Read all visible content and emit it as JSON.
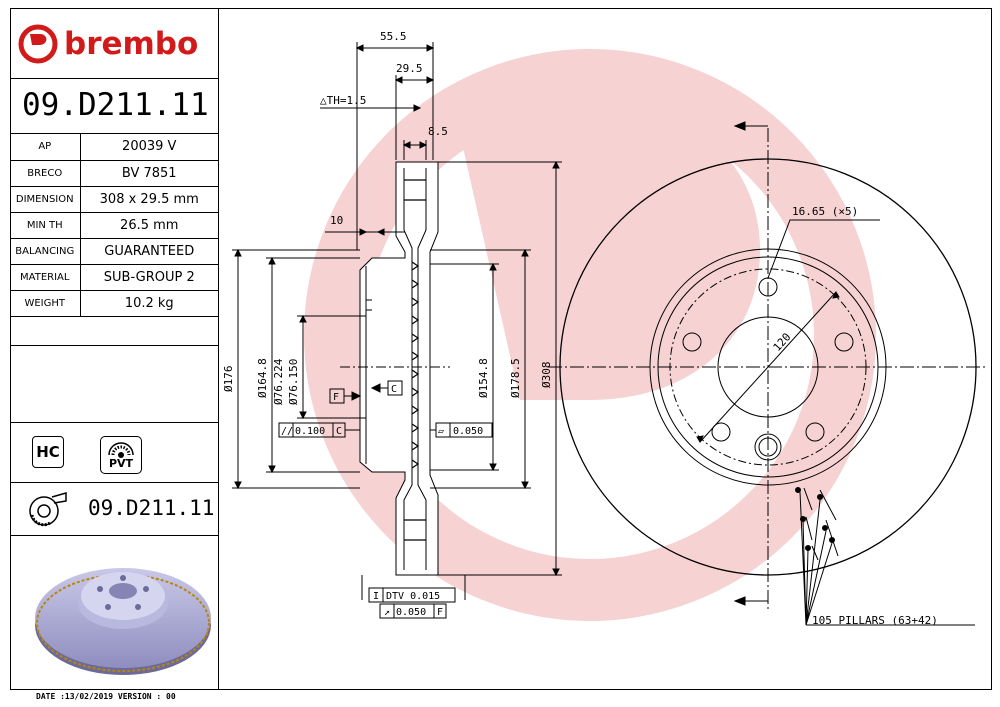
{
  "brand": "brembo",
  "part_number": "09.D211.11",
  "specs": [
    {
      "key": "AP",
      "value": "20039 V"
    },
    {
      "key": "BRECO",
      "value": "BV 7851"
    },
    {
      "key": "DIMENSION",
      "value": "308 x 29.5 mm"
    },
    {
      "key": "MIN TH",
      "value": "26.5 mm"
    },
    {
      "key": "BALANCING",
      "value": "GUARANTEED"
    },
    {
      "key": "MATERIAL",
      "value": "SUB-GROUP 2"
    },
    {
      "key": "WEIGHT",
      "value": "10.2 kg"
    }
  ],
  "badges": {
    "hc": "HC",
    "pvt": "PVT"
  },
  "footer_code": "09.D211.11",
  "date_line": "DATE :13/02/2019 VERSION : 00",
  "dimensions": {
    "d_55_5": "55.5",
    "d_29_5": "29.5",
    "th": "△TH=1.5",
    "d_8_5": "8.5",
    "d_10": "10",
    "dia_176": "Ø176",
    "dia_164_8": "Ø164.8",
    "dia_76_224": "Ø76.224",
    "dia_76_150": "Ø76.150",
    "dia_154_8": "Ø154.8",
    "dia_178_5": "Ø178.5",
    "dia_308": "Ø308",
    "holes": "16.65 (×5)",
    "pcd": "120",
    "pillars": "105 PILLARS (63+42)",
    "datum_f": "F",
    "datum_c": "C",
    "parallel_sym": "//",
    "parallel_val": "0.100",
    "parallel_ref": "C",
    "flat_sym": "▱",
    "flat_val": "0.050",
    "dtv_sym": "I",
    "dtv": "DTV 0.015",
    "runout_sym": "↗",
    "runout_val": "0.050",
    "runout_ref": "F"
  },
  "colors": {
    "brand_red": "#d11a1a",
    "watermark": "#f6d2d2"
  }
}
